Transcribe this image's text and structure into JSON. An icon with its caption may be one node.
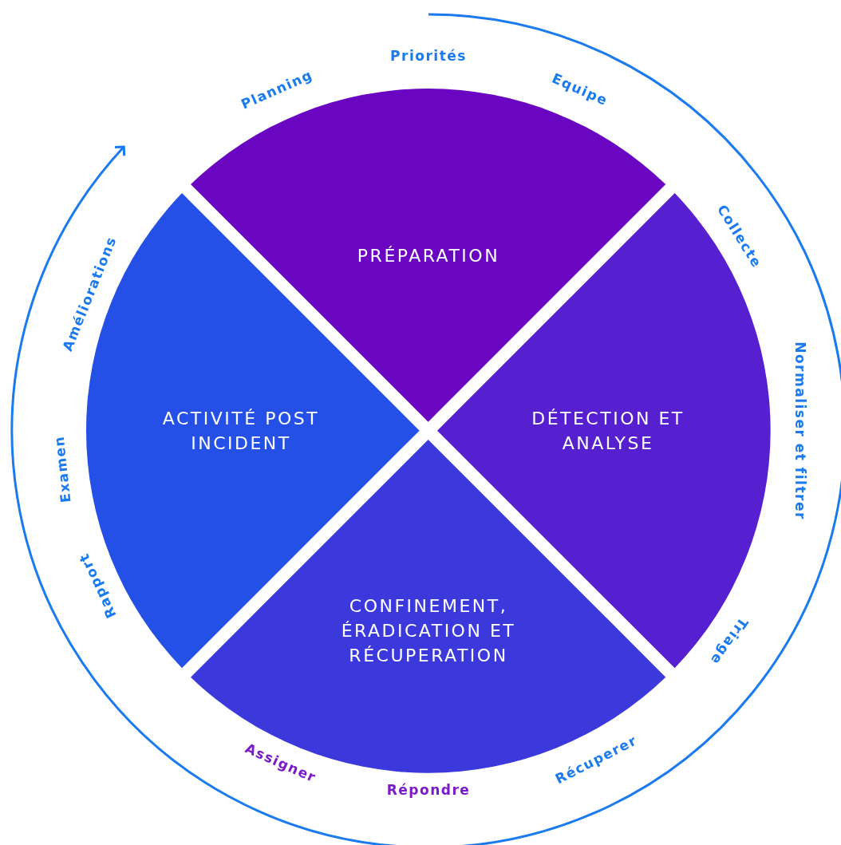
{
  "diagram": {
    "nodes": [
      {
        "text": [
          "PRÉPARATION"
        ]
      },
      {
        "text": [
          "ACTIVITÉ POST INCIDENT"
        ]
      },
      {
        "text": [
          "DÉTECTION ET ANALYSE"
        ]
      },
      {
        "text": [
          "CONFINEMENT, ÉRADICATION ET RÉCUPERATION"
        ]
      }
    ],
    "labels": [
      "Planning",
      "Priorités",
      "Equipe",
      "Collecte",
      "Normaliser et filtrer",
      "Triage",
      "Récuperer",
      "Répondre",
      "Assigner",
      "Rapport",
      "Examen",
      "Améliorations"
    ]
  }
}
